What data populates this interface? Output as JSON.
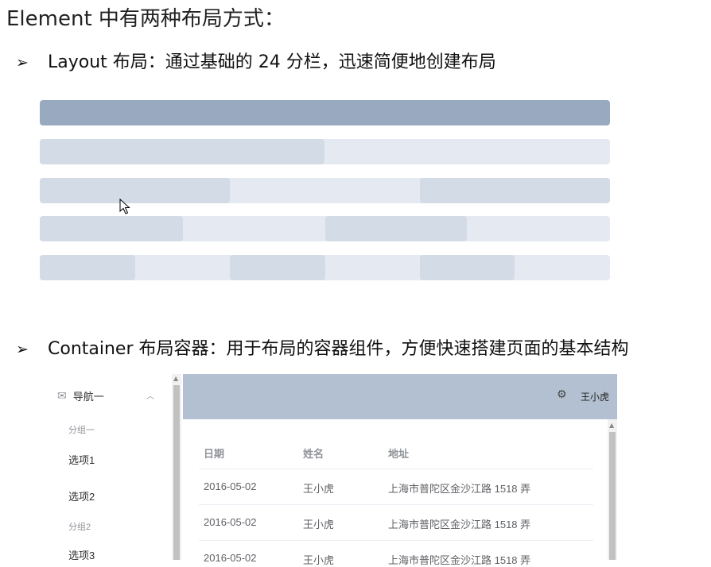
{
  "title": "Element 中有两种布局方式：",
  "bullet_symbol": "➢",
  "layout_bullet": {
    "text": "Layout 布局：通过基础的 24 分栏，迅速简便地创建布局"
  },
  "container_bullet": {
    "text": "Container 布局容器：用于布局的容器组件，方便快速搭建页面的基本结构"
  },
  "layout_demo": {
    "colors": {
      "primary": "#99a9bf",
      "col_dark": "#d3dce6",
      "col_light": "#e5e9f2"
    },
    "rows": [
      {
        "spans": [
          24
        ]
      },
      {
        "spans": [
          12,
          12
        ]
      },
      {
        "spans": [
          8,
          8,
          8
        ]
      },
      {
        "spans": [
          6,
          6,
          6,
          6
        ]
      },
      {
        "spans": [
          4,
          4,
          4,
          4,
          4,
          4
        ]
      }
    ]
  },
  "container_demo": {
    "header": {
      "user_name": "王小虎",
      "icon": "gear-icon",
      "bg": "#b3c0d1"
    },
    "aside": {
      "menu_title": "导航一",
      "group1": "分组一",
      "option1": "选项1",
      "option2": "选项2",
      "group2": "分组2",
      "option3": "选项3"
    },
    "table": {
      "headers": [
        "日期",
        "姓名",
        "地址"
      ],
      "rows": [
        [
          "2016-05-02",
          "王小虎",
          "上海市普陀区金沙江路 1518 弄"
        ],
        [
          "2016-05-02",
          "王小虎",
          "上海市普陀区金沙江路 1518 弄"
        ],
        [
          "2016-05-02",
          "王小虎",
          "上海市普陀区金沙江路 1518 弄"
        ]
      ]
    }
  }
}
